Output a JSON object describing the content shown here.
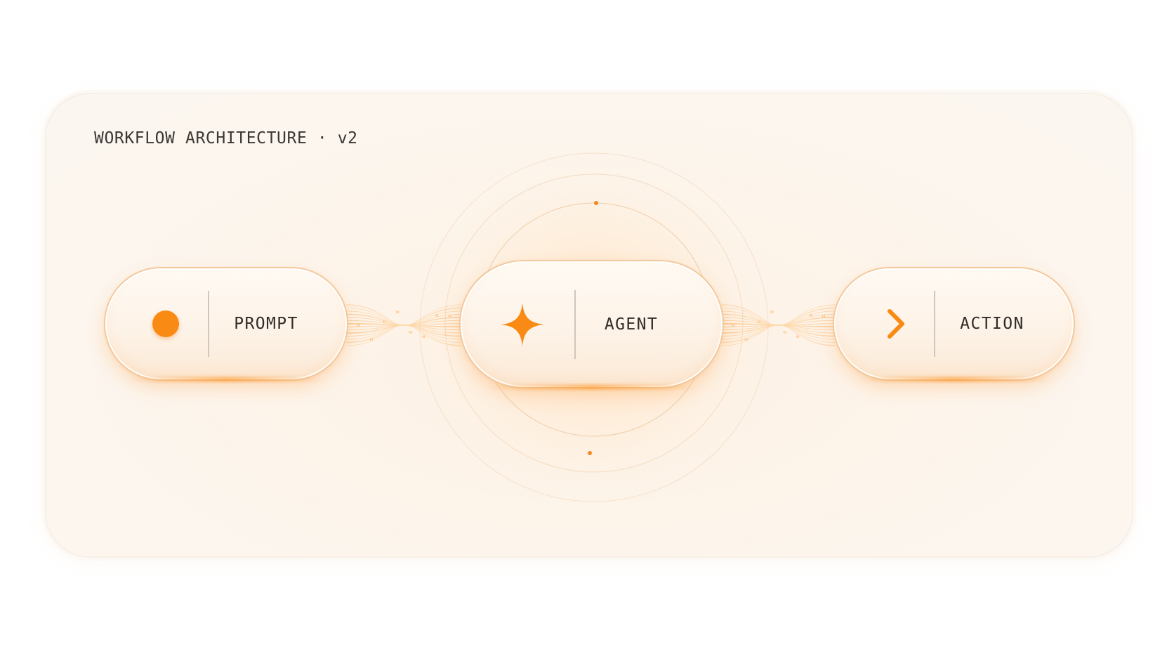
{
  "title": "WORKFLOW ARCHITECTURE · v2",
  "colors": {
    "accent": "#f98a14",
    "text": "#2f2c29",
    "panel_bg": "#fcf4ea",
    "divider": "#cfc6bd"
  },
  "nodes": [
    {
      "id": "prompt",
      "label": "PROMPT",
      "icon": "dot-icon"
    },
    {
      "id": "agent",
      "label": "AGENT",
      "icon": "sparkle-icon"
    },
    {
      "id": "action",
      "label": "ACTION",
      "icon": "chevron-right-icon"
    }
  ],
  "edges": [
    {
      "from": "prompt",
      "to": "agent"
    },
    {
      "from": "agent",
      "to": "action"
    }
  ]
}
